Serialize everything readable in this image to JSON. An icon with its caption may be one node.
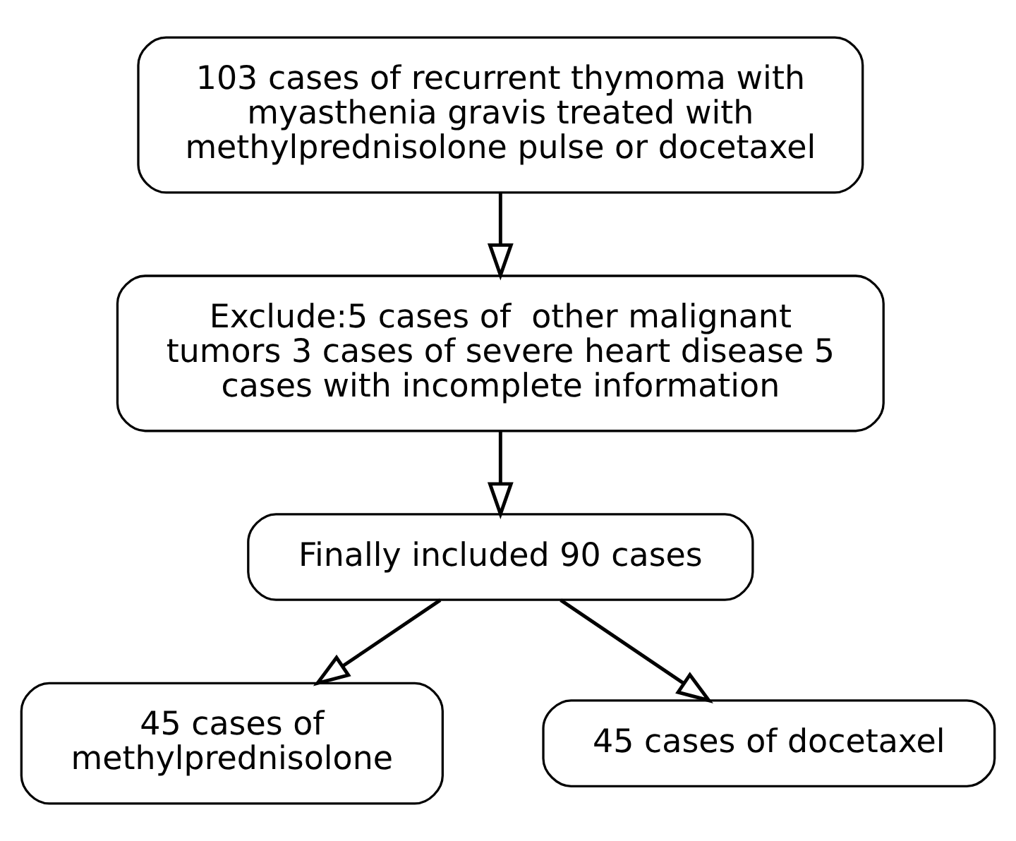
{
  "diagram": {
    "nodes": [
      {
        "text": [
          "103 cases of recurrent thymoma with myasthenia gravis treated with methylprednisolone pulse or docetaxel"
        ]
      },
      {
        "text": [
          "Exclude:5 cases of  other malignant tumors 3 cases of severe heart disease 5 cases with incomplete information"
        ]
      },
      {
        "text": [
          "Finally included 90 cases"
        ]
      },
      {
        "text": [
          "45 cases of methylprednisolone"
        ]
      },
      {
        "text": [
          "45 cases of docetaxel"
        ]
      }
    ],
    "edges": [
      {
        "from": 0,
        "to": 1,
        "arrow": "to"
      },
      {
        "from": 1,
        "to": 2,
        "arrow": "to"
      },
      {
        "from": 2,
        "to": 3,
        "arrow": "to"
      },
      {
        "from": 2,
        "to": 4,
        "arrow": "to"
      }
    ]
  }
}
